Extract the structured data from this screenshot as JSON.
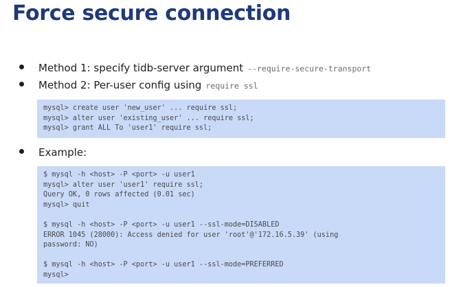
{
  "title": "Force secure connection",
  "bullets": [
    {
      "text": "Method 1: specify tidb-server argument",
      "code": "--require-secure-transport"
    },
    {
      "text": "Method 2: Per-user config using",
      "code": "require ssl"
    },
    {
      "text": "Example:"
    }
  ],
  "code_block_1": {
    "lines": [
      "mysql> create user 'new_user' ... require ssl;",
      "mysql> alter user 'existing_user' ... require ssl;",
      "mysql> grant ALL To 'user1' require ssl;"
    ]
  },
  "code_block_2": {
    "lines": [
      "$ mysql -h <host> -P <port> -u user1",
      "mysql> alter user 'user1' require ssl;",
      "Query OK, 0 rows affected (0.01 sec)",
      "mysql> quit",
      "",
      "$ mysql -h <host> -P <port> -u user1 --ssl-mode=DISABLED",
      "ERROR 1045 (28000): Access denied for user 'root'@'172.16.5.39' (using",
      "password: NO)",
      "",
      "$ mysql -h <host> -P <port> -u user1 --ssl-mode=PREFERRED",
      "mysql>"
    ]
  }
}
